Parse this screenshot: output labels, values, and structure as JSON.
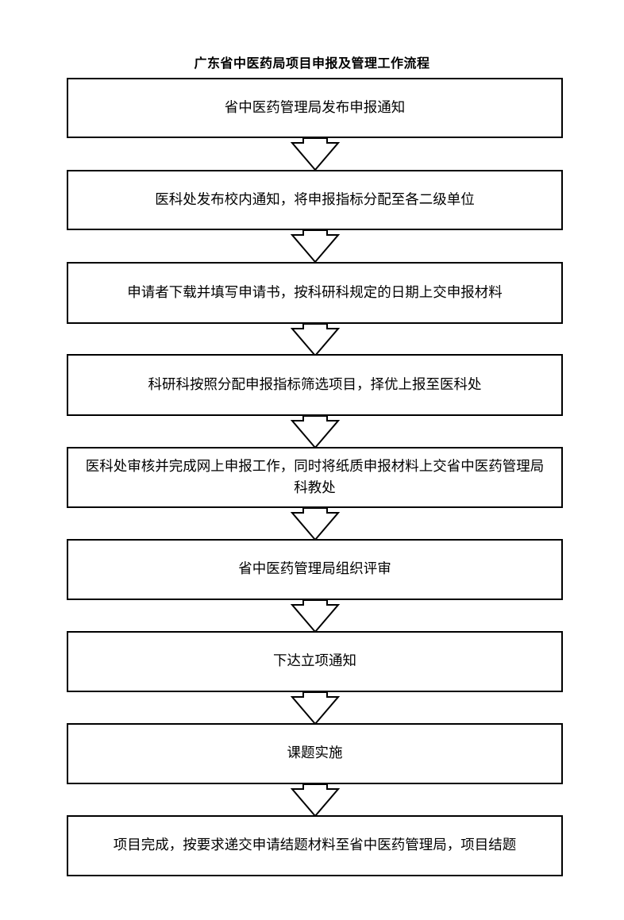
{
  "title": "广东省中医药局项目申报及管理工作流程",
  "steps": [
    "省中医药管理局发布申报通知",
    "医科处发布校内通知，将申报指标分配至各二级单位",
    "申请者下载并填写申请书，按科研科规定的日期上交申报材料",
    "科研科按照分配申报指标筛选项目，择优上报至医科处",
    "医科处审核并完成网上申报工作，同时将纸质申报材料上交省中医药管理局科教处",
    "省中医药管理局组织评审",
    "下达立项通知",
    "课题实施",
    "项目完成，按要求递交申请结题材料至省中医药管理局，项目结题"
  ],
  "colors": {
    "background": "#ffffff",
    "stroke": "#000000"
  }
}
